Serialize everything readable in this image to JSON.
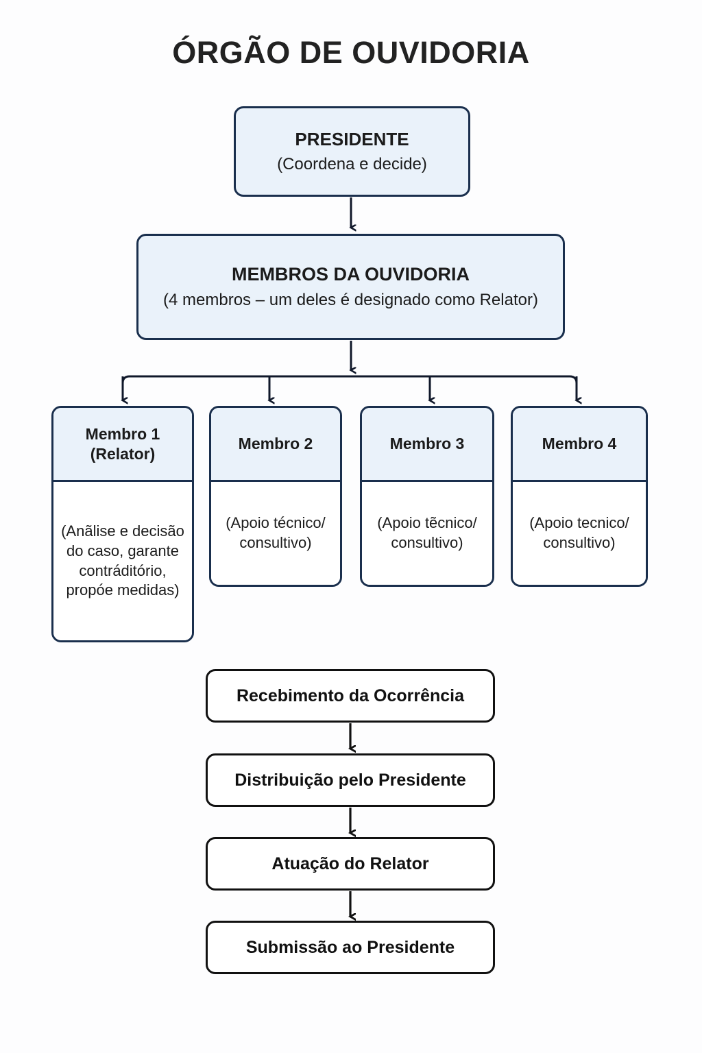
{
  "page": {
    "title": "ÓRGÃO DE OUVIDORIA",
    "background_color": "#fdfdfe",
    "accent_fill": "#eaf2fa",
    "accent_border": "#1a2f4d",
    "flow_border": "#111111",
    "text_color": "#1b1b1b"
  },
  "hierarchy": {
    "president": {
      "title": "PRESIDENTE",
      "subtitle": "(Coordena e decide)"
    },
    "members_group": {
      "title": "MEMBROS DA OUVIDORIA",
      "subtitle": "(4 membros – um deles é designado como Relator)"
    },
    "members": [
      {
        "header": "Membro 1\n(Relator)",
        "body": "(Anãlise e decisão do caso, garante contráditório, propóe medidas)"
      },
      {
        "header": "Membro 2",
        "body": "(Apoio técnico/ consultivo)"
      },
      {
        "header": "Membro 3",
        "body": "(Apoio tẽcnico/ consultivo)"
      },
      {
        "header": "Membro 4",
        "body": "(Apoio tecnico/ consultivo)"
      }
    ]
  },
  "process_flow": {
    "steps": [
      {
        "label": "Recebimento da Ocorrência"
      },
      {
        "label": "Distribuição pelo Presidente"
      },
      {
        "label": "Atuação do Relator"
      },
      {
        "label": "Submissão ao Presidente"
      }
    ]
  },
  "connectors": {
    "president_to_members": "arrow-down",
    "members_to_bus": "arrow-down",
    "bus_to_member_cards": "arrow-down-x4",
    "flow_step_arrows": "arrow-down-x3"
  }
}
